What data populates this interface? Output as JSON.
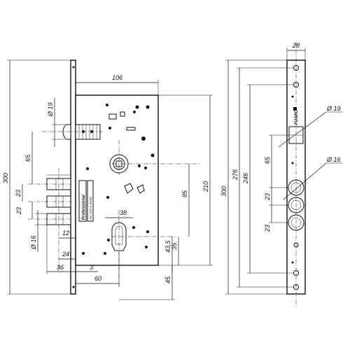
{
  "front_view": {
    "height_dims": {
      "overall": "300",
      "faceplate": "210",
      "cylinder_offset": "85",
      "cylinder_to_key": "43,5",
      "cyl_lower": "35",
      "bottom": "45"
    },
    "bolt_dims": {
      "pitch_1": "65",
      "pitch_2": "23",
      "pitch_3": "23",
      "bolt_diameter": "Ø 16",
      "latch_diameter": "Ø 19"
    },
    "width_dims": {
      "case_width": "106",
      "cyl_x": "38",
      "bolt_12": "12",
      "bolt_24": "24",
      "bolt_36": "36",
      "bolt_3": "3",
      "backset": "60"
    },
    "label_line1": "Professional",
    "label_line2": "Art. 100-X-05/45"
  },
  "side_view": {
    "width": "28",
    "overall": "300",
    "inner_1": "276",
    "inner_2": "246",
    "pitch_1": "65",
    "pitch_2": "23",
    "pitch_3": "23",
    "latch_diameter": "Ø 19",
    "bolt_diameter": "Ø 16",
    "brand": "FUARO"
  },
  "colors": {
    "line": "#111111",
    "background": "#ffffff"
  }
}
